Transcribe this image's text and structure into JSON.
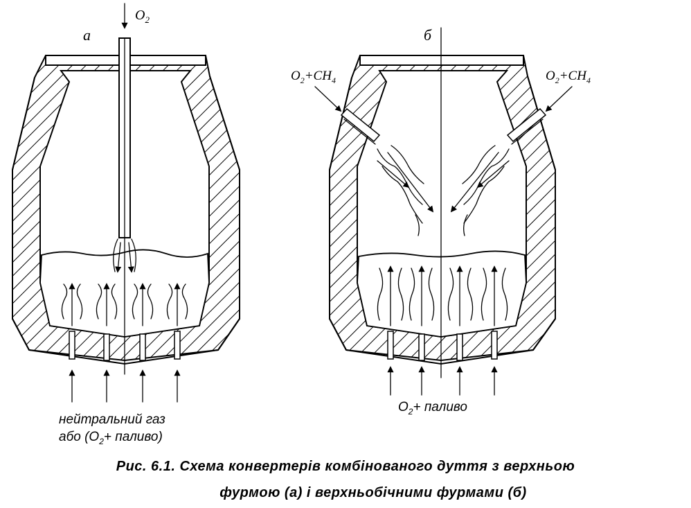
{
  "panel_a": {
    "letter": "а",
    "top_gas": "O",
    "top_gas_sub": "2",
    "bottom_label_line1": "нейтральний газ",
    "bottom_label_line2_prefix": "або (O",
    "bottom_label_line2_sub": "2",
    "bottom_label_line2_suffix": "+ паливо)"
  },
  "panel_b": {
    "letter": "б",
    "side_gas_left": "O",
    "side_gas_left_sub1": "2",
    "side_gas_left_mid": "+CH",
    "side_gas_left_sub2": "4",
    "side_gas_right": "O",
    "side_gas_right_sub1": "2",
    "side_gas_right_mid": "+CH",
    "side_gas_right_sub2": "4",
    "bottom_label_prefix": "O",
    "bottom_label_sub": "2",
    "bottom_label_suffix": "+ паливо"
  },
  "caption": {
    "line1": "Рис. 6.1. Схема конвертерів комбінованого дуття з верхньою",
    "line2": "фурмою (а) і верхньобічними фурмами (б)"
  }
}
